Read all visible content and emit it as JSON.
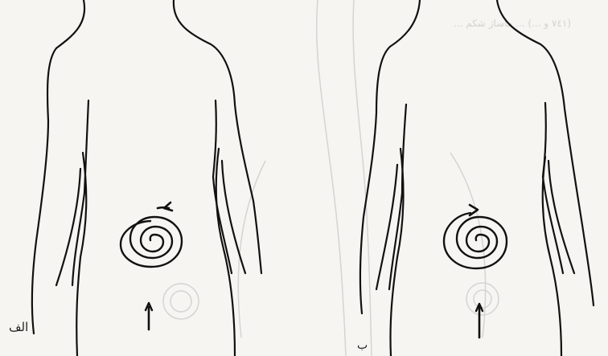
{
  "figure": {
    "faded_caption": "(٧٤١ و ...) ... ماساژ شکم ...",
    "panels": [
      {
        "label": "الف",
        "spiral_direction": "counterclockwise",
        "arrow_direction": "up"
      },
      {
        "label": "ب",
        "spiral_direction": "clockwise",
        "arrow_direction": "up"
      }
    ]
  },
  "colors": {
    "line": "#111111",
    "faint": "#cfcfcf",
    "background": "#f6f5f1"
  }
}
